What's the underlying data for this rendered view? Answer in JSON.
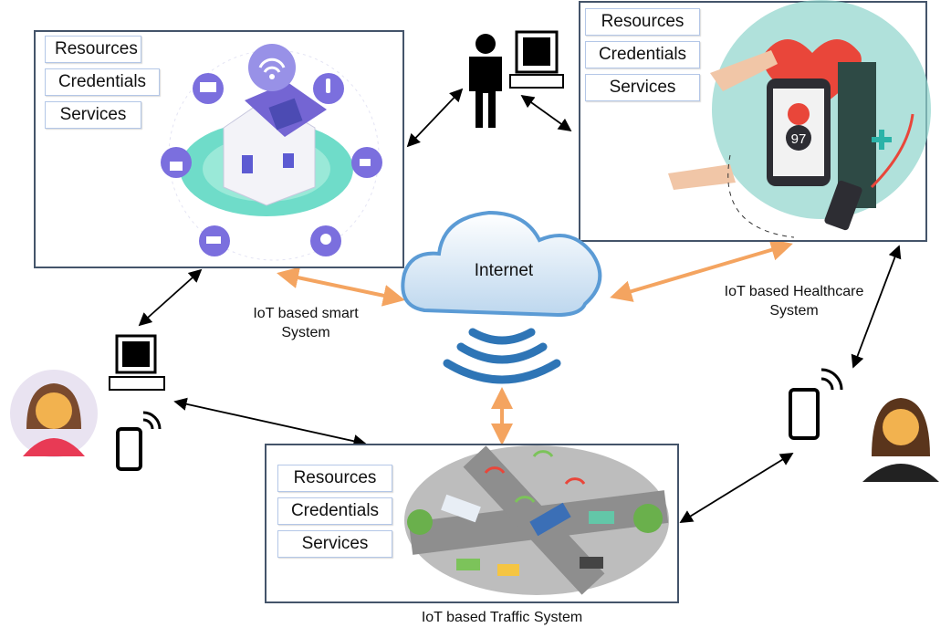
{
  "center": {
    "label": "Internet"
  },
  "panels": {
    "smart": {
      "tags": [
        "Resources",
        "Credentials",
        "Services"
      ],
      "caption_line1": "IoT based smart",
      "caption_line2": "System"
    },
    "health": {
      "tags": [
        "Resources",
        "Credentials",
        "Services"
      ],
      "caption_line1": "IoT based Healthcare",
      "caption_line2": "System",
      "heart_rate": "97"
    },
    "traffic": {
      "tags": [
        "Resources",
        "Credentials",
        "Services"
      ],
      "caption": "IoT based Traffic System"
    }
  },
  "colors": {
    "panel_border": "#44546a",
    "link_orange": "#f4a460",
    "link_black": "#000000",
    "cloud": "#5b9bd5"
  },
  "icons": [
    "wifi-icon",
    "monitor-icon",
    "thermometer-icon",
    "lock-icon",
    "plug-icon",
    "camera-icon",
    "bulb-icon",
    "person-icon",
    "computer-icon",
    "phone-icon",
    "signal-icon",
    "woman-avatar-icon"
  ]
}
